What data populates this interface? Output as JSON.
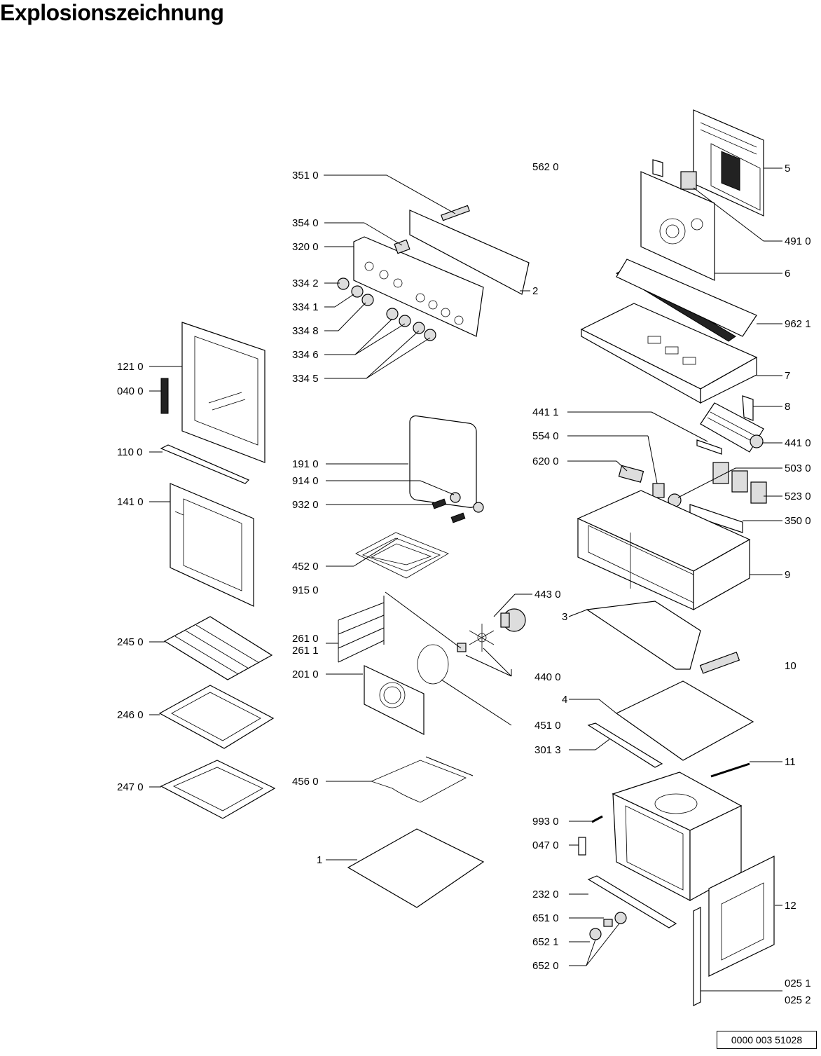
{
  "title": "Explosionszeichnung",
  "document_number": "0000 003 51028",
  "callouts": {
    "c3510": "351 0",
    "c5620": "562 0",
    "c5": "5",
    "c3540": "354 0",
    "c3200": "320 0",
    "c4910": "491 0",
    "c3342": "334 2",
    "c2": "2",
    "c6": "6",
    "c3341": "334 1",
    "c3348": "334 8",
    "c9621": "962 1",
    "c3346": "334 6",
    "c1210": "121 0",
    "c3345": "334 5",
    "c7": "7",
    "c0400": "040 0",
    "c8": "8",
    "c4411a": "441 1",
    "c5540": "554 0",
    "c4410": "441 0",
    "c1100": "110 0",
    "c1910": "191 0",
    "c6200": "620 0",
    "c5030": "503 0",
    "c9140": "914 0",
    "c1410": "141 0",
    "c9320": "932 0",
    "c5230": "523 0",
    "c3500": "350 0",
    "c4520": "452 0",
    "c9": "9",
    "c9150": "915 0",
    "c4430": "443 0",
    "c3": "3",
    "c2450": "245 0",
    "c2610": "261 0",
    "c2611": "261 1",
    "c10": "10",
    "c2010": "201 0",
    "c4400": "440 0",
    "c4": "4",
    "c2460": "246 0",
    "c4510": "451 0",
    "c3013": "301 3",
    "c11": "11",
    "c2470": "247 0",
    "c4560": "456 0",
    "c9930": "993 0",
    "c0470": "047 0",
    "c1": "1",
    "c2320": "232 0",
    "c12": "12",
    "c6510": "651 0",
    "c6521": "652 1",
    "c6520": "652 0",
    "c0251": "025 1",
    "c0252": "025 2"
  }
}
